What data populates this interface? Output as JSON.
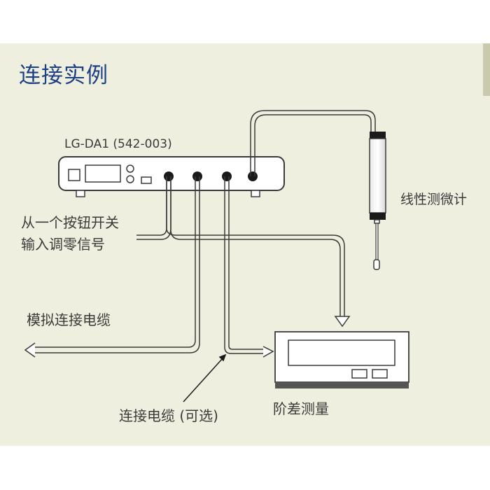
{
  "title": "连接实例",
  "device": {
    "model_label": "LG-DA1 (542-003)"
  },
  "labels": {
    "button_line1": "从一个按钮开关",
    "button_line2": "输入调零信号",
    "analog_cable": "模拟连接电缆",
    "linear_gauge": "线性测微计",
    "connection_cable": "连接电缆 (可选)",
    "step_measurement": "阶差测量"
  },
  "colors": {
    "title": "#1d3f83",
    "panel": "#efefdf",
    "line": "#3a3a3a"
  }
}
